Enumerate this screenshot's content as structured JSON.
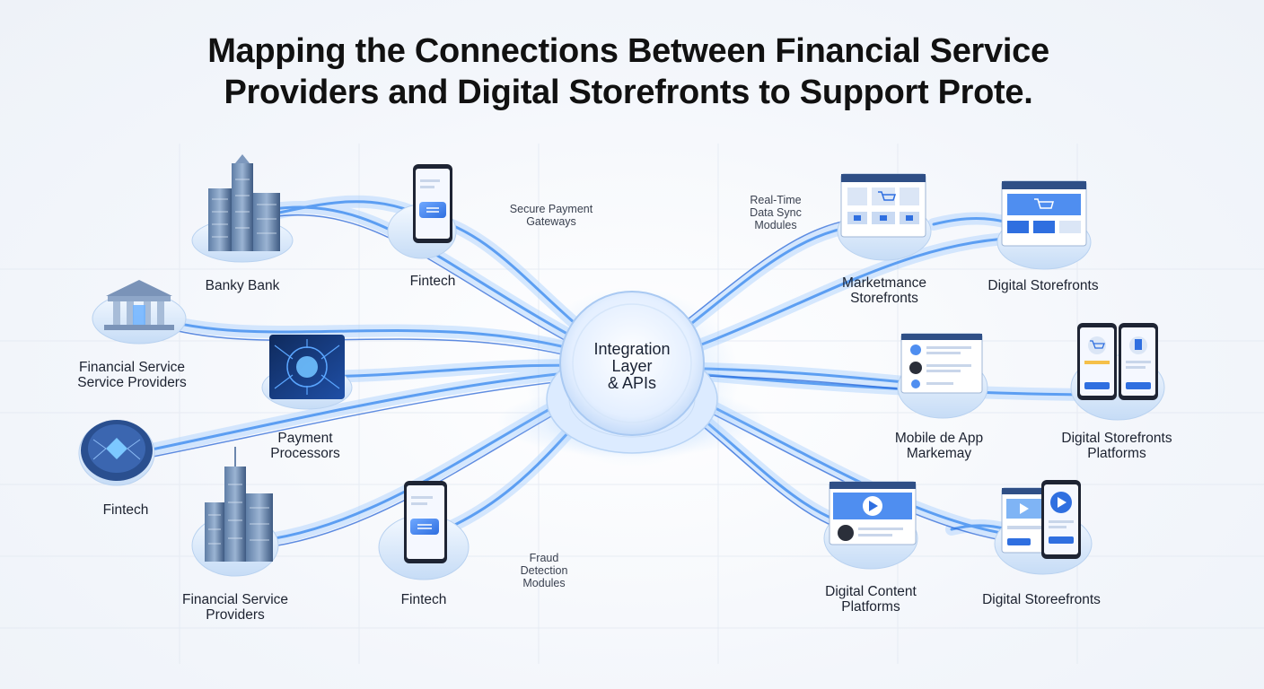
{
  "title": {
    "line1": "Mapping the Connections Between Financial Service",
    "line2": "Providers and Digital Storefronts to Support Prote."
  },
  "hub": {
    "line1": "Integration",
    "line2": "Layer",
    "line3": "& APIs"
  },
  "left_nodes": {
    "banky_bank": "Banky Bank",
    "fintech_top": "Fintech",
    "fsp_mid_line1": "Financial Service",
    "fsp_mid_line2": "Service Providers",
    "payment_line1": "Payment",
    "payment_line2": "Processors",
    "fintech_left": "Fintech",
    "fsp_bottom_line1": "Financial Service",
    "fsp_bottom_line2": "Providers",
    "fintech_bottom": "Fintech"
  },
  "right_nodes": {
    "marketplace_line1": "Marketmance",
    "marketplace_line2": "Storefronts",
    "digital_storefronts_top": "Digital Storefronts",
    "mobile_line1": "Mobile de App",
    "mobile_line2": "Markemay",
    "dsp_line1": "Digital Storefronts",
    "dsp_line2": "Platforms",
    "content_line1": "Digital Content",
    "content_line2": "Platforms",
    "digital_storefronts_bottom": "Digital Storeefronts"
  },
  "modules": {
    "secure_line1": "Secure Payment",
    "secure_line2": "Gateways",
    "realtime_line1": "Real-Time",
    "realtime_line2": "Data Sync",
    "realtime_line3": "Modules",
    "fraud_line1": "Fraud",
    "fraud_line2": "Detection",
    "fraud_line3": "Modules"
  },
  "icons": {
    "bank_building": "skyscraper-icon",
    "bank_classic": "bank-icon",
    "chip": "processor-chip-icon",
    "fintech_phone": "smartphone-icon",
    "storefront": "browser-cart-icon",
    "video": "video-play-icon"
  },
  "colors": {
    "stream": "#3f8df0",
    "stream_light": "#9cc9ff",
    "platform": "#dbe9fb",
    "accent": "#2f6fe0"
  }
}
